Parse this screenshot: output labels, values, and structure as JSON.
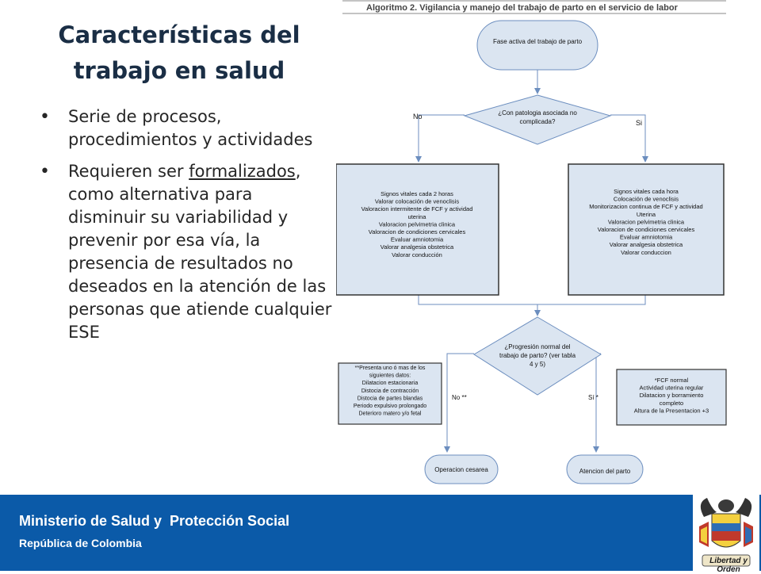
{
  "slide": {
    "title_line1": "Características del",
    "title_line2": "trabajo en salud",
    "bullet1": "Serie de procesos, procedimientos y actividades",
    "bullet2_pre": "Requieren ser ",
    "bullet2_underlined": "formalizados",
    "bullet2_post": ", como alternativa para disminuir su variabilidad y prevenir por esa vía, la presencia de resultados no deseados en la atención de las personas que atiende cualquier ESE"
  },
  "flowchart": {
    "title": "Algoritmo 2. Vigilancia y manejo del trabajo de parto en el servicio de labor",
    "start": "Fase activa del trabajo de parto",
    "decision1": [
      "¿Con patologia asociada no",
      "complicada?"
    ],
    "label_no": "No",
    "label_si": "Si",
    "left_box": [
      "Signos vitales cada 2 horas",
      "Valorar colocación de venoclisis",
      "Valoracion intermitente de FCF  y actividad",
      "uterina",
      "Valoracion pelvimetria clinica",
      "Valoracion de condiciones cervicales",
      "Evaluar amniotomia",
      "Valorar analgesia obstetrica",
      "Valorar conducción"
    ],
    "right_box": [
      "Signos vitales cada hora",
      "Colocación de venoclisis",
      "Monitorizacion continua de FCF y actividad",
      "Uterina",
      "Valoracion pelvimetria clinica",
      "Valoracion de condiciones cervicales",
      "Evaluar amniotomia",
      "Valorar analgesia obstetrica",
      "Valorar conduccion"
    ],
    "decision2": [
      "¿Progresión normal del",
      "trabajo de parto? (ver tabla",
      "4 y 5)"
    ],
    "note_left": [
      "**Presenta uno ó mas de los",
      "siguientes datos:",
      "Dilatacion estacionaria",
      "Distocia de contracción",
      "Distocia de partes blandas",
      "Periodo expulsivo prolongado",
      "Deterioro matero y/o fetal"
    ],
    "note_right": [
      "*FCF normal",
      "Actividad uterina regular",
      "Dilatacion y borramiento",
      "completo",
      "Altura de la Presentacion +3"
    ],
    "label_no2": "No **",
    "label_si2": "Sí *",
    "end_left": "Operacion cesarea",
    "end_right": "Atencion del parto"
  },
  "footer": {
    "ministry": "Ministerio de Salud y  Protección Social",
    "republic": "República de Colombia",
    "motto": "Libertad y Orden"
  },
  "colors": {
    "footer_bg": "#0b5aa8",
    "node_fill": "#dbe5f1",
    "title": "#1a2e45"
  }
}
